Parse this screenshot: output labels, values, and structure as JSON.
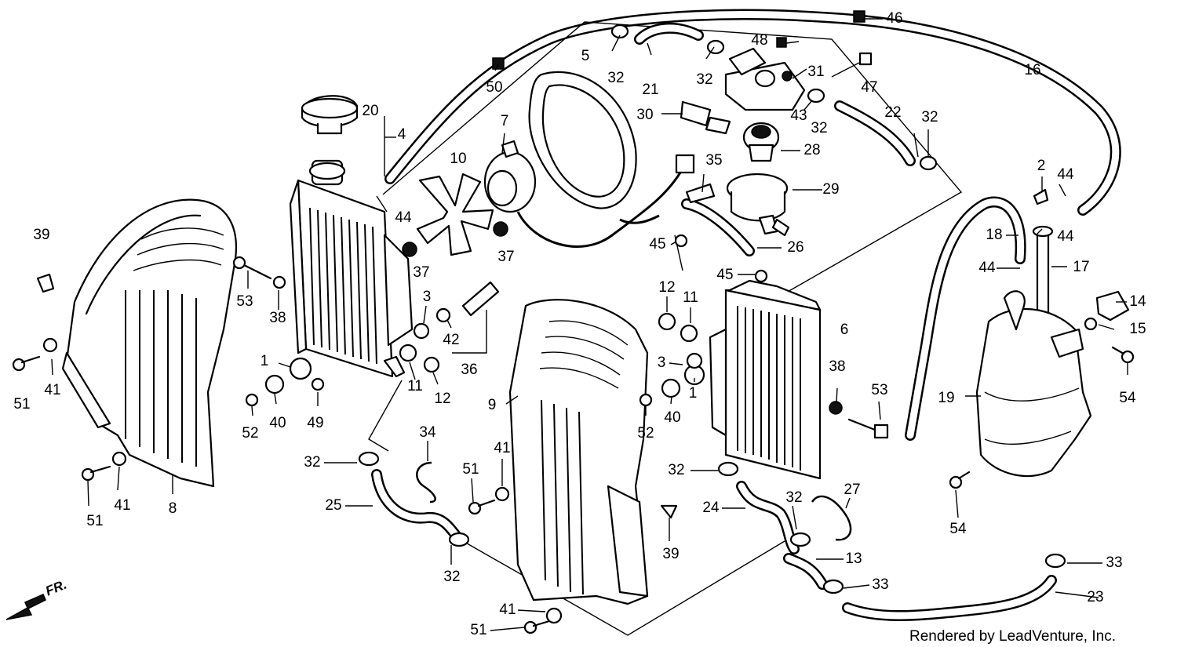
{
  "credit": "Rendered by LeadVenture, Inc.",
  "front_marker": "FR.",
  "callouts": [
    {
      "id": "c46",
      "text": "46"
    },
    {
      "id": "c48",
      "text": "48"
    },
    {
      "id": "c47",
      "text": "47"
    },
    {
      "id": "c16",
      "text": "16"
    },
    {
      "id": "c5",
      "text": "5"
    },
    {
      "id": "c32a",
      "text": "32"
    },
    {
      "id": "c21",
      "text": "21"
    },
    {
      "id": "c32b",
      "text": "32"
    },
    {
      "id": "c31",
      "text": "31"
    },
    {
      "id": "c50",
      "text": "50"
    },
    {
      "id": "c30",
      "text": "30"
    },
    {
      "id": "c43",
      "text": "43"
    },
    {
      "id": "c32c",
      "text": "32"
    },
    {
      "id": "c22",
      "text": "22"
    },
    {
      "id": "c32d",
      "text": "32"
    },
    {
      "id": "c20",
      "text": "20"
    },
    {
      "id": "c4",
      "text": "4"
    },
    {
      "id": "c7",
      "text": "7"
    },
    {
      "id": "c28",
      "text": "28"
    },
    {
      "id": "c10",
      "text": "10"
    },
    {
      "id": "c35",
      "text": "35"
    },
    {
      "id": "c29",
      "text": "29"
    },
    {
      "id": "c2",
      "text": "2"
    },
    {
      "id": "c44a",
      "text": "44"
    },
    {
      "id": "c39a",
      "text": "39"
    },
    {
      "id": "c44b",
      "text": "44"
    },
    {
      "id": "c18",
      "text": "18"
    },
    {
      "id": "c44c",
      "text": "44"
    },
    {
      "id": "c37a",
      "text": "37"
    },
    {
      "id": "c45a",
      "text": "45"
    },
    {
      "id": "c26",
      "text": "26"
    },
    {
      "id": "c53a",
      "text": "53"
    },
    {
      "id": "c37b",
      "text": "37"
    },
    {
      "id": "c44d",
      "text": "44"
    },
    {
      "id": "c17",
      "text": "17"
    },
    {
      "id": "c45b",
      "text": "45"
    },
    {
      "id": "c38a",
      "text": "38"
    },
    {
      "id": "c3a",
      "text": "3"
    },
    {
      "id": "c12a",
      "text": "12"
    },
    {
      "id": "c11a",
      "text": "11"
    },
    {
      "id": "c14",
      "text": "14"
    },
    {
      "id": "c42",
      "text": "42"
    },
    {
      "id": "c6",
      "text": "6"
    },
    {
      "id": "c15",
      "text": "15"
    },
    {
      "id": "c36",
      "text": "36"
    },
    {
      "id": "c1a",
      "text": "1"
    },
    {
      "id": "c3b",
      "text": "3"
    },
    {
      "id": "c41a",
      "text": "41"
    },
    {
      "id": "c51a",
      "text": "51"
    },
    {
      "id": "c11b",
      "text": "11"
    },
    {
      "id": "c12b",
      "text": "12"
    },
    {
      "id": "c38b",
      "text": "38"
    },
    {
      "id": "c54a",
      "text": "54"
    },
    {
      "id": "c1b",
      "text": "1"
    },
    {
      "id": "c19",
      "text": "19"
    },
    {
      "id": "c53b",
      "text": "53"
    },
    {
      "id": "c40a",
      "text": "40"
    },
    {
      "id": "c49",
      "text": "49"
    },
    {
      "id": "c52a",
      "text": "52"
    },
    {
      "id": "c9",
      "text": "9"
    },
    {
      "id": "c40b",
      "text": "40"
    },
    {
      "id": "c52b",
      "text": "52"
    },
    {
      "id": "c34",
      "text": "34"
    },
    {
      "id": "c32e",
      "text": "32"
    },
    {
      "id": "c41b",
      "text": "41"
    },
    {
      "id": "c32f",
      "text": "32"
    },
    {
      "id": "c51b",
      "text": "51"
    },
    {
      "id": "c41c",
      "text": "41"
    },
    {
      "id": "c27",
      "text": "27"
    },
    {
      "id": "c32g",
      "text": "32"
    },
    {
      "id": "c25",
      "text": "25"
    },
    {
      "id": "c24",
      "text": "24"
    },
    {
      "id": "c54b",
      "text": "54"
    },
    {
      "id": "c51c",
      "text": "51"
    },
    {
      "id": "c8",
      "text": "8"
    },
    {
      "id": "c39b",
      "text": "39"
    },
    {
      "id": "c32h",
      "text": "32"
    },
    {
      "id": "c13",
      "text": "13"
    },
    {
      "id": "c33a",
      "text": "33"
    },
    {
      "id": "c33b",
      "text": "33"
    },
    {
      "id": "c23",
      "text": "23"
    },
    {
      "id": "c41d",
      "text": "41"
    },
    {
      "id": "c51d",
      "text": "51"
    }
  ]
}
